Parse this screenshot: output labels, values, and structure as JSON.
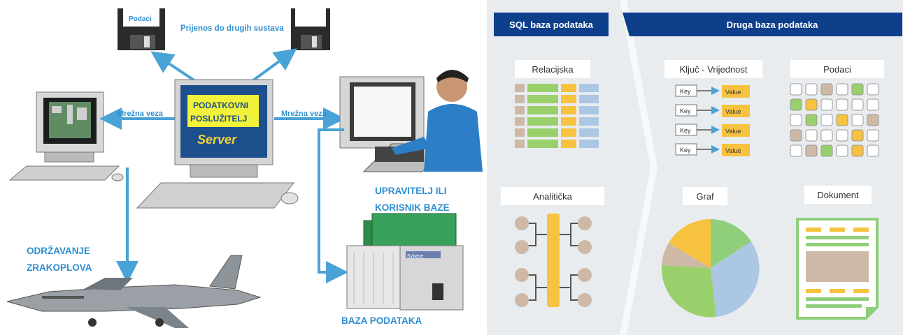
{
  "left_diagram": {
    "floppy_label": "Podaci",
    "transfer_label": "Prijenos do drugih sustava",
    "link_left": "Mrežna veza",
    "link_right": "Mrežna veza",
    "server_line1": "PODATKOVNI",
    "server_line2": "POSLUŽITELJ",
    "server_word": "Server",
    "admin_line1": "UPRAVITELJ ILI",
    "admin_line2": "KORISNIK BAZE",
    "maint_line1": "ODRŽAVANJE",
    "maint_line2": "ZRAKOPLOVA",
    "db_label": "BAZA PODATAKA",
    "db_brand": "Sybase"
  },
  "right_diagram": {
    "sql_header": "SQL baza podataka",
    "other_header": "Druga baza podataka",
    "relational": "Relacijska",
    "analytical": "Analitička",
    "key_value": "Ključ - Vrijednost",
    "data": "Podaci",
    "graph": "Graf",
    "document": "Dokument",
    "key_word": "Key",
    "value_word": "Value"
  },
  "colors": {
    "blue_label": "#2e8fd0",
    "arrow": "#4aa3d6",
    "header_bg": "#0d3f8a",
    "panel_bg": "#e9ecef",
    "green": "#9ad06b",
    "orange": "#f7c240",
    "tan": "#cdb9a6",
    "lightblue": "#abc7e3"
  }
}
